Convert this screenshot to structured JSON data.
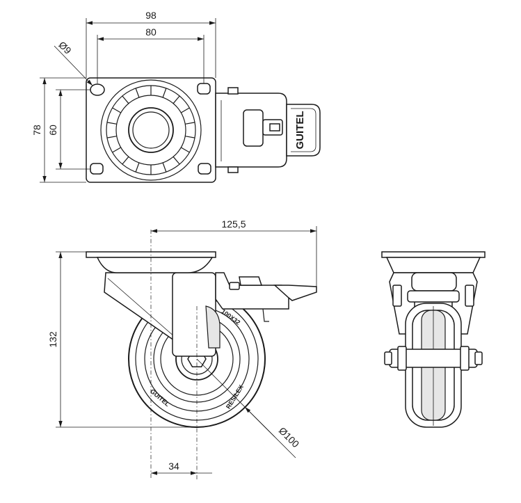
{
  "dimensions": {
    "top_view": {
      "overall_width": "98",
      "hole_spacing_x": "80",
      "hole_diameter": "Ø9",
      "overall_height": "78",
      "hole_spacing_y": "60"
    },
    "side_view": {
      "overall_reach": "125,5",
      "overall_height": "132",
      "wheel_diameter": "Ø100",
      "offset": "34"
    }
  },
  "labels": {
    "brand": "GUITEL",
    "tire_size": "100X32",
    "tire_type": "RESILEX"
  }
}
